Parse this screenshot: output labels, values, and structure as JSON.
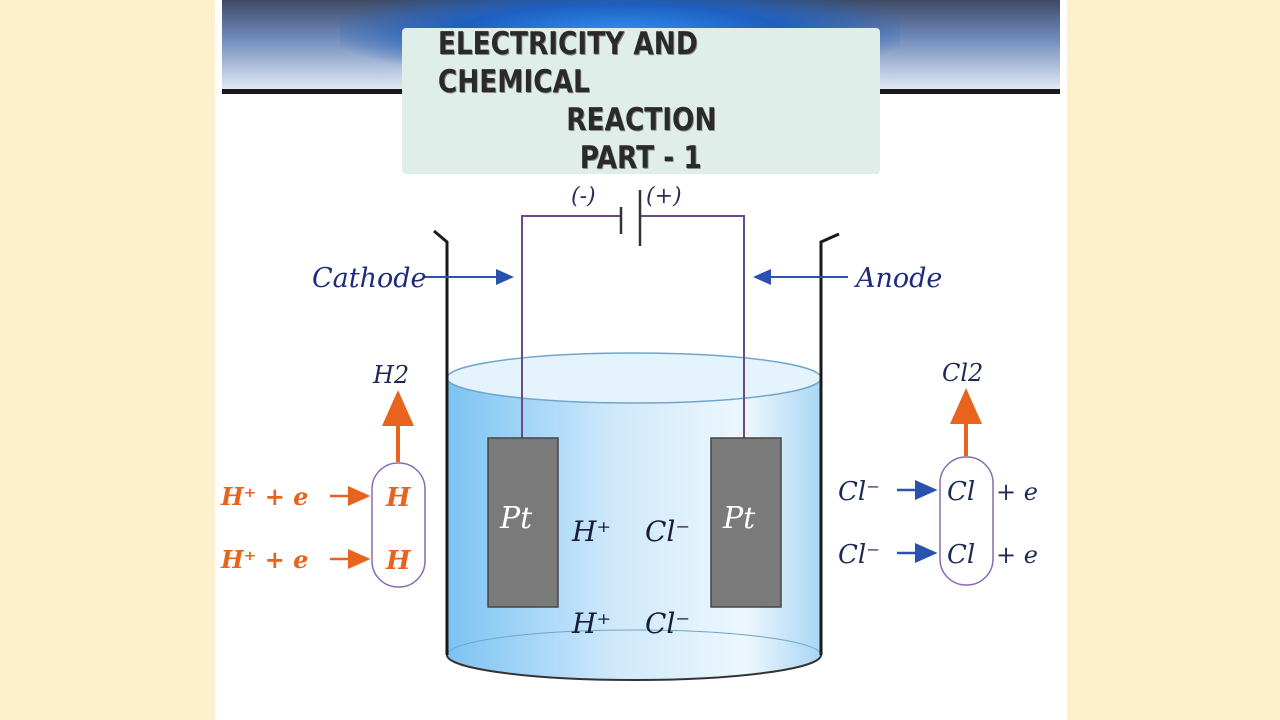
{
  "title": {
    "line1": "ELECTRICITY AND CHEMICAL",
    "line2": "REACTION",
    "line3": "PART - 1"
  },
  "battery": {
    "negative": "(-)",
    "positive": "(+)"
  },
  "labels": {
    "cathode": "Cathode",
    "anode": "Anode",
    "left_electrode": "Pt",
    "right_electrode": "Pt",
    "gas_left": "H2",
    "gas_right": "Cl2"
  },
  "ions": {
    "h_ion": "H⁺",
    "cl_ion": "Cl⁻"
  },
  "reactions_left": {
    "lhs": "H⁺ + e",
    "product": "H"
  },
  "reactions_right": {
    "lhs": "Cl⁻",
    "product": "Cl",
    "rhs": "+ e"
  },
  "colors": {
    "page_bg": "#fdf0cc",
    "wire": "#6a4a8a",
    "label_blue": "#1e2a7a",
    "arrow_blue": "#2a50b0",
    "orange": "#e8641e",
    "solution": "#9fd4f5",
    "electrode": "#7a7a7a"
  }
}
